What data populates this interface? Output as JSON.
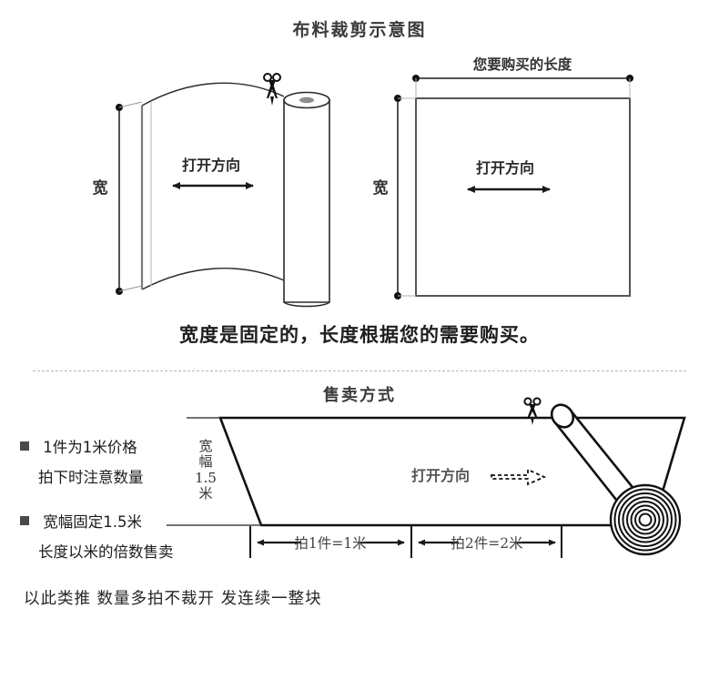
{
  "page": {
    "title": "布料裁剪示意图",
    "statement": "宽度是固定的，长度根据您的需要购买。",
    "section_title": "售卖方式",
    "bottom_note": "以此类推  数量多拍不裁开  发连续一整块"
  },
  "top_left_diagram": {
    "width_label": "宽",
    "direction_label": "打开方向",
    "scissors_icon": "scissors-icon"
  },
  "top_right_diagram": {
    "length_label": "您要购买的长度",
    "width_label": "宽",
    "direction_label": "打开方向"
  },
  "bullets": [
    {
      "line1": "1件为1米价格",
      "line2": "拍下时注意数量"
    },
    {
      "line1": "宽幅固定1.5米",
      "line2": "长度以米的倍数售卖"
    }
  ],
  "bottom_diagram": {
    "vertical_width_label": "宽幅\n1.5\n米",
    "vertical_width_chars": [
      "宽",
      "幅",
      "1.5",
      "米"
    ],
    "direction_label": "打开方向",
    "segment_1_label": "拍1件=1米",
    "segment_2_label": "拍2件=2米",
    "scissors_icon": "scissors-icon",
    "roll_icon": "fabric-roll-icon"
  },
  "colors": {
    "ink": "#1c1c1c",
    "line": "#000000",
    "muted": "#666666",
    "divider": "#b8b8b8",
    "background": "#ffffff"
  }
}
